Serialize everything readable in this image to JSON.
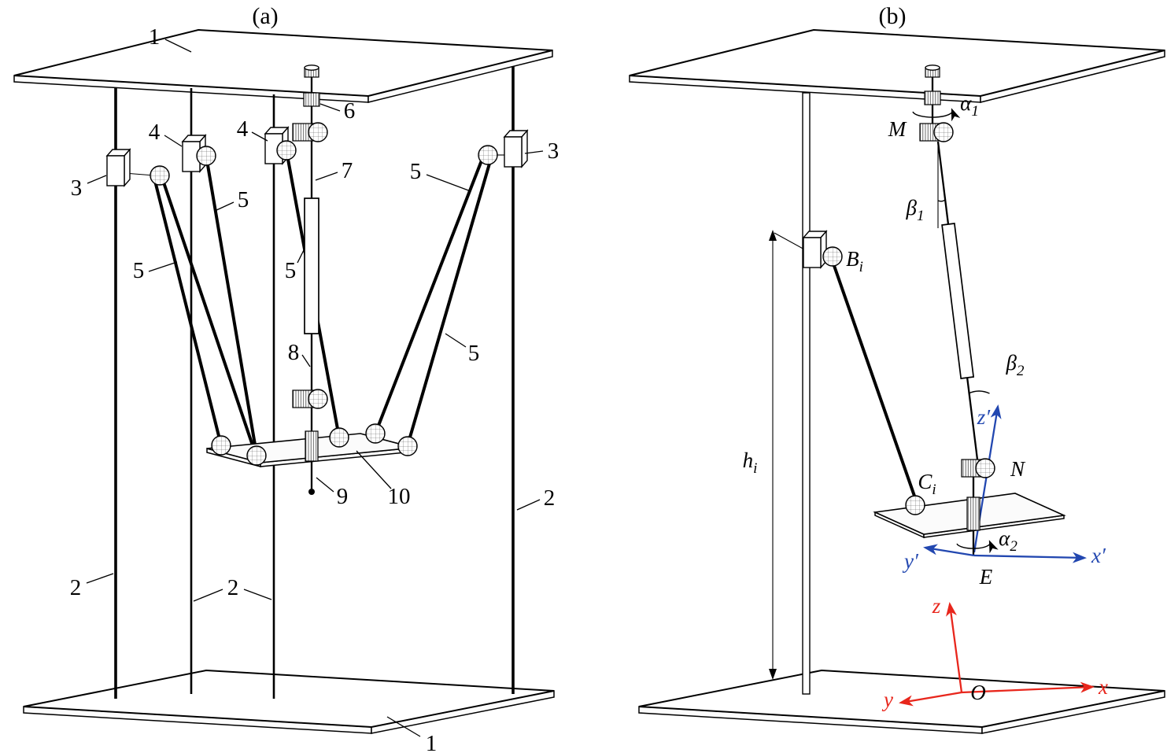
{
  "colors": {
    "ink": "#000000",
    "frame_moving": "#2247b0",
    "frame_fixed": "#e8261c"
  },
  "panel_a": {
    "title": "(a)",
    "part_labels": {
      "top_plate": "1",
      "bottom_plate": "1",
      "guide_rail_left": "2",
      "guide_rail_middle": "2",
      "guide_rail_right": "2",
      "slider_left": "3",
      "slider_right": "3",
      "slider_inner_left": "4",
      "slider_inner_right": "4",
      "rod_a": "5",
      "rod_b": "5",
      "rod_c": "5",
      "rod_d": "5",
      "rod_e": "5",
      "adjusting_screw": "6",
      "upper_link": "7",
      "lower_link": "8",
      "end_point": "9",
      "moving_platform": "10"
    }
  },
  "panel_b": {
    "title": "(b)",
    "labels": {
      "alpha1": {
        "base": "α",
        "sub": "1"
      },
      "M": "M",
      "beta1": {
        "base": "β",
        "sub": "1"
      },
      "Bi": {
        "base": "B",
        "sub": "i"
      },
      "hi": {
        "base": "h",
        "sub": "i"
      },
      "beta2": {
        "base": "β",
        "sub": "2"
      },
      "z_prime": "z′",
      "N": "N",
      "Ci": {
        "base": "C",
        "sub": "i"
      },
      "alpha2": {
        "base": "α",
        "sub": "2"
      },
      "y_prime": "y′",
      "E": "E",
      "x_prime": "x′",
      "z": "z",
      "y": "y",
      "O": "O",
      "x": "x"
    }
  }
}
